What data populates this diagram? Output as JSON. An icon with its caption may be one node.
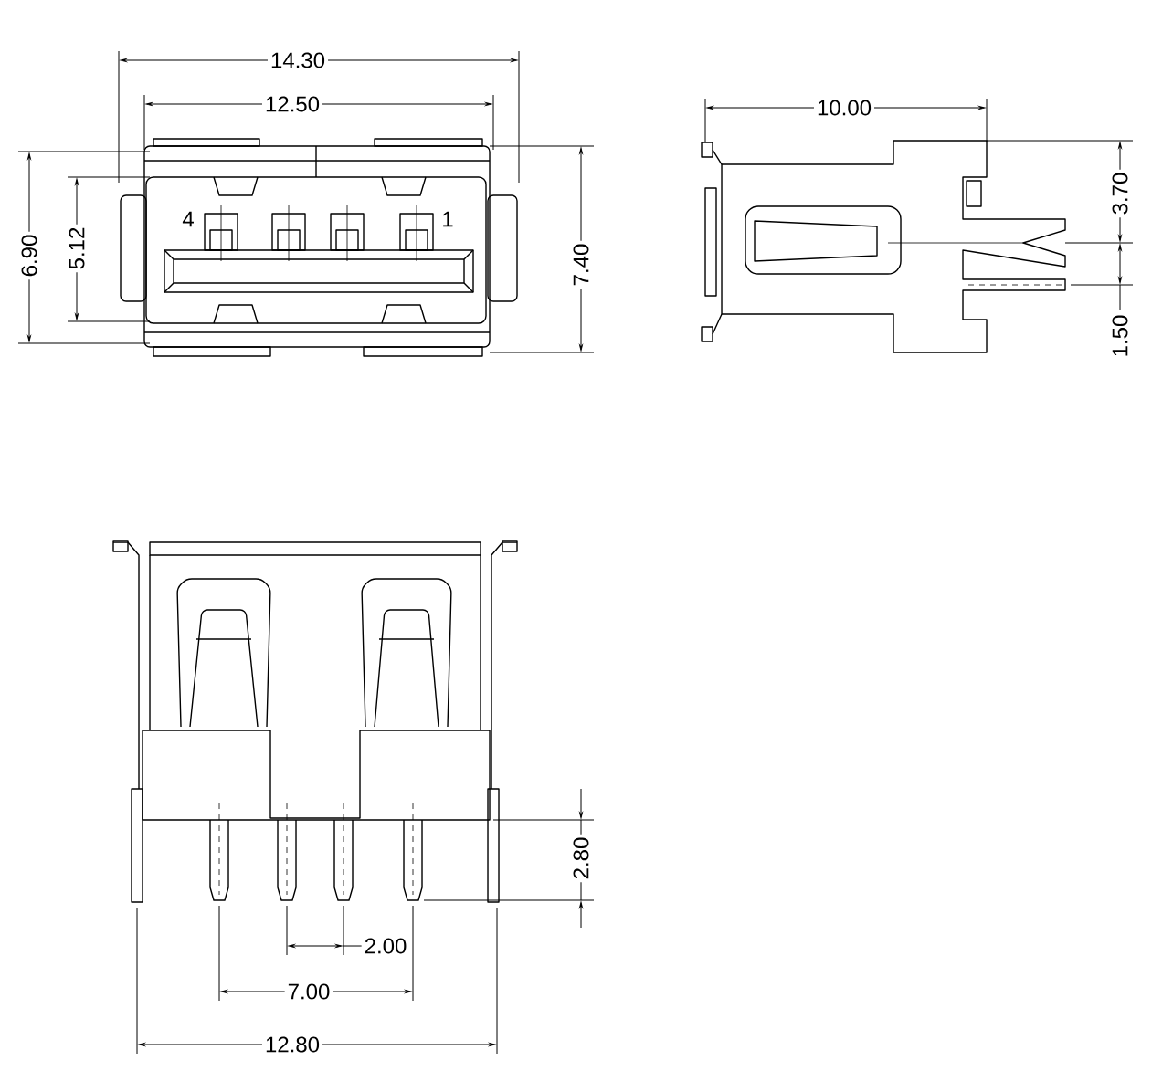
{
  "diagram": {
    "labels": [
      "14.30",
      "10.00",
      "12.50",
      "6.90",
      "5.12",
      "4",
      "1",
      "7.40",
      "3.70",
      "1.50",
      "2.80",
      "2.00",
      "7.00",
      "12.80"
    ]
  }
}
